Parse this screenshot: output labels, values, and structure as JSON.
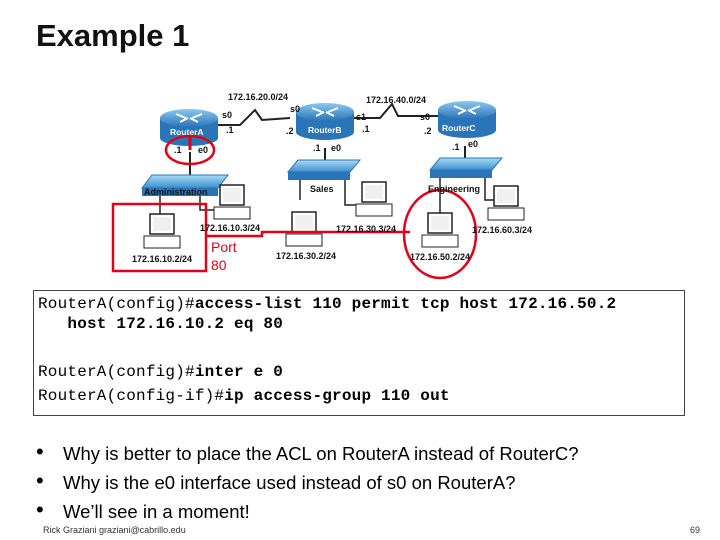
{
  "title": "Example 1",
  "diagram": {
    "networks": {
      "n1": "172.16.20.0/24",
      "n2": "172.16.40.0/24"
    },
    "routers": {
      "a": {
        "name": "RouterA",
        "if_left": ".1",
        "if_port": "e0",
        "serial": "s0",
        "serial_ip": ".1"
      },
      "b": {
        "name": "RouterB",
        "s0": "s0",
        "s1": "s1",
        "s0_ip": ".2",
        "s1_ip": ".1",
        "if_left": ".1",
        "if_port": "e0"
      },
      "c": {
        "name": "RouterC",
        "s0": "s0",
        "s0_ip": ".2",
        "if_left": ".1",
        "if_port": "e0"
      }
    },
    "lans": {
      "admin": "Administration",
      "sales": "Sales",
      "eng": "Engineering"
    },
    "hosts": {
      "a1": "172.16.10.3/24",
      "a2": "172.16.10.2/24",
      "b1": "172.16.30.3/24",
      "b2": "172.16.30.2/24",
      "c1": "172.16.60.3/24",
      "c2": "172.16.50.2/24"
    },
    "port_label": "Port",
    "port_num": "80",
    "colors": {
      "highlight": "#e0001a",
      "router": "#3a8fd0",
      "switch": "#5aa9de"
    }
  },
  "code": {
    "line1a": "RouterA(config)#",
    "line1b": "access-list 110 permit tcp host 172.16.50.2",
    "line2": "   host 172.16.10.2 eq 80",
    "line3a": "RouterA(config)#",
    "line3b": "inter e 0",
    "line4a": "RouterA(config-if)#",
    "line4b": "ip access-group 110 out"
  },
  "bullets": [
    "Why is better to place the ACL on RouterA instead of RouterC?",
    "Why is the e0 interface used instead of s0 on RouterA?",
    "We’ll see in a moment!"
  ],
  "footer": "Rick Graziani  graziani@cabrillo.edu",
  "page_number": "69"
}
